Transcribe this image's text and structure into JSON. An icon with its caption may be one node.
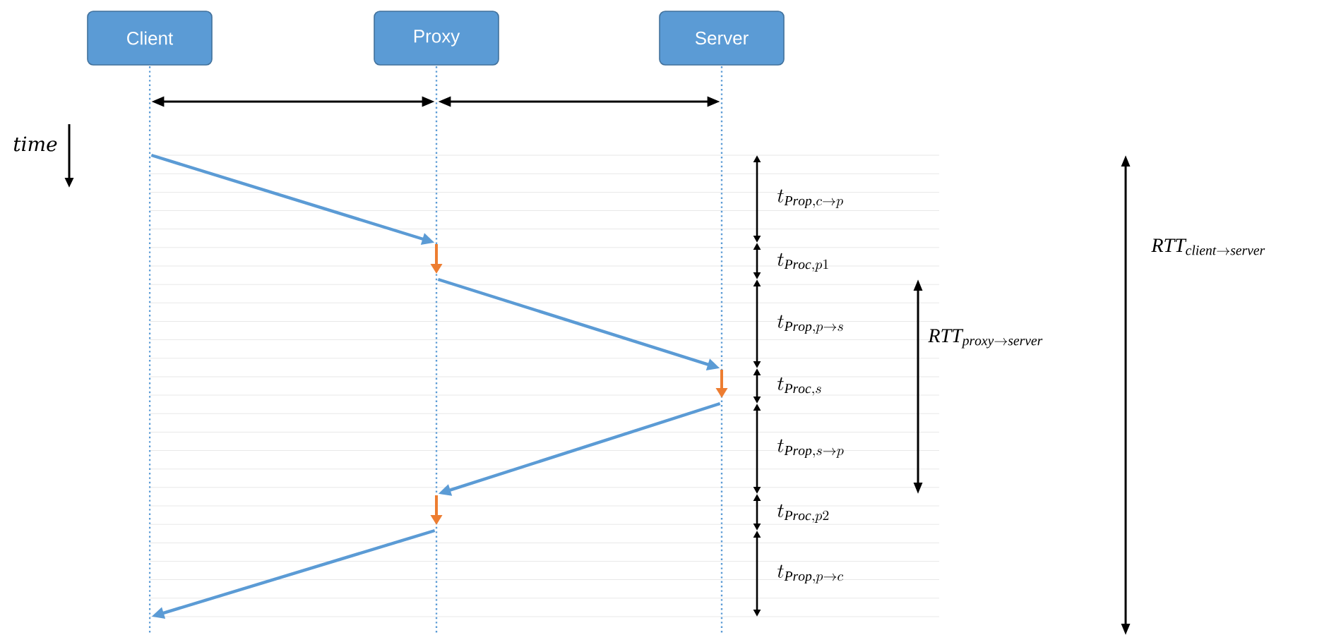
{
  "diagram": {
    "nodes": [
      {
        "text": [
          "Client"
        ]
      },
      {
        "text": [
          "Proxy"
        ]
      },
      {
        "text": [
          "Server"
        ]
      },
      {
        "text": [],
        "shape": "line"
      },
      {
        "text": [],
        "shape": "line"
      },
      {
        "text": [],
        "shape": "line"
      }
    ],
    "edges": [
      {
        "from": 3,
        "to": 4,
        "arrow": "both",
        "color": "#000000"
      },
      {
        "from": 4,
        "to": 5,
        "arrow": "both",
        "color": "#000000"
      },
      {
        "from": 3,
        "to": 4,
        "arrow": "to"
      },
      {
        "from": 4,
        "to": 5,
        "arrow": "to"
      },
      {
        "from": 5,
        "to": 4,
        "arrow": "to"
      },
      {
        "from": 4,
        "to": 3,
        "arrow": "to"
      }
    ],
    "labels": [
      "time",
      "t_{\\mathit{Prop},c\\rightarrow p}",
      "\\mathit{RTT}_{\\mathit{client}\\rightarrow \\mathit{server}}",
      "t_{\\mathit{Proc},p1}",
      "t_{\\mathit{Prop},p\\rightarrow s}",
      "\\mathit{RTT}_{\\mathit{proxy}\\rightarrow \\mathit{server}}",
      "t_{\\mathit{Proc},s}",
      "t_{\\mathit{Prop},s\\rightarrow p}",
      "t_{\\mathit{Proc},p2}",
      "t_{\\mathit{Prop},p\\rightarrow c}"
    ]
  }
}
